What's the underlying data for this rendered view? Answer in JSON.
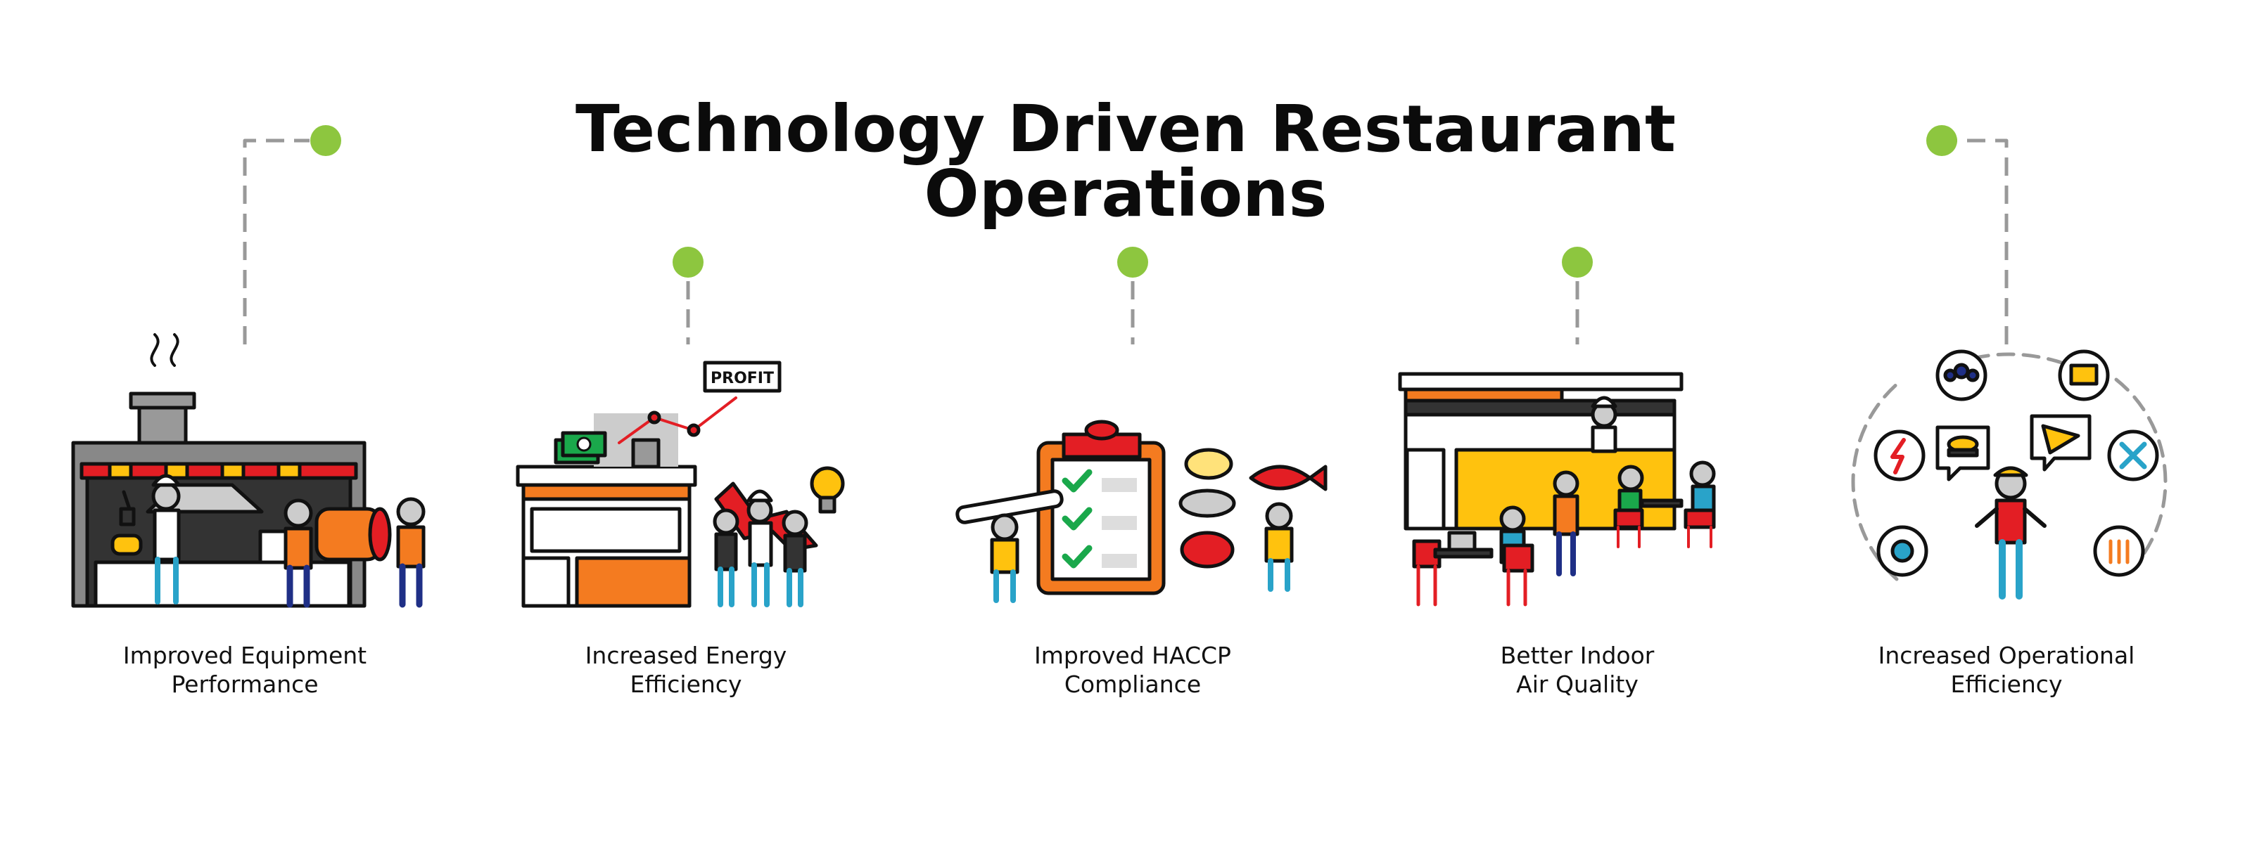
{
  "title": "Technology Driven Restaurant Operations",
  "colors": {
    "accent": "#8dc63f",
    "orange": "#f47b20",
    "red": "#e31e24",
    "yellow": "#ffc20e",
    "outline": "#111111"
  },
  "sign_text": "PROFIT",
  "items": [
    {
      "line1": "Improved Equipment",
      "line2": "Performance"
    },
    {
      "line1": "Increased Energy",
      "line2": "Efficiency"
    },
    {
      "line1": "Improved HACCP",
      "line2": "Compliance"
    },
    {
      "line1": "Better Indoor",
      "line2": "Air Quality"
    },
    {
      "line1": "Increased Operational",
      "line2": "Efficiency"
    }
  ]
}
